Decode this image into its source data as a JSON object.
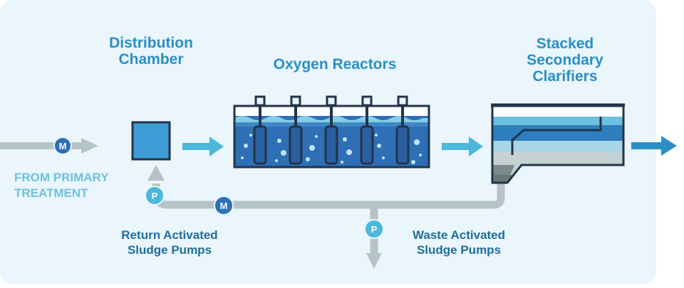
{
  "labels": {
    "distribution_chamber": [
      "Distribution",
      "Chamber"
    ],
    "oxygen_reactors": "Oxygen Reactors",
    "stacked_clarifiers": [
      "Stacked",
      "Secondary",
      "Clarifiers"
    ],
    "from_primary": [
      "FROM PRIMARY",
      "TREATMENT"
    ],
    "return_pumps": [
      "Return Activated",
      "Sludge Pumps"
    ],
    "waste_pumps": [
      "Waste Activated",
      "Sludge Pumps"
    ]
  },
  "badges": {
    "motor": "M",
    "pump": "P"
  },
  "colors": {
    "background": "#eaf5fc",
    "title_blue": "#2a8fc6",
    "sub_blue": "#1f6e9d",
    "light_cyan": "#6cc3de",
    "arrow_cyan": "#4bb8dc",
    "pipe_gray": "#b7c4c6",
    "dark_navy": "#233449",
    "medium_blue": "#2e6fb6",
    "outflow_blue": "#2a8fc6"
  }
}
